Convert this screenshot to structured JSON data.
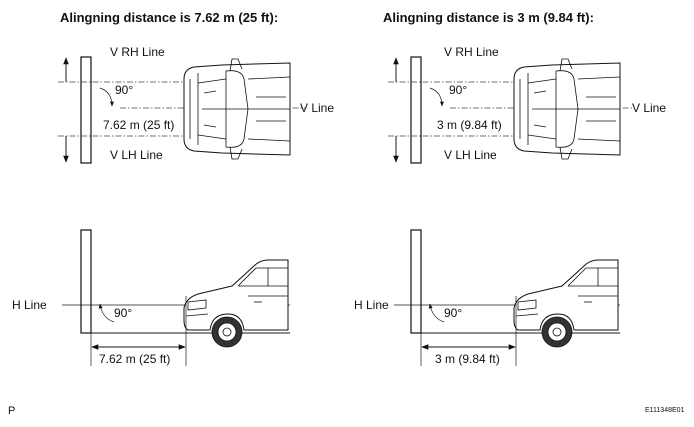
{
  "left_panel": {
    "title": "Alingning distance is 7.62 m (25 ft):",
    "v_rh_line": "V RH Line",
    "v_lh_line": "V LH Line",
    "v_line": "V Line",
    "angle_top": "90°",
    "distance_top": "7.62 m (25 ft)",
    "h_line": "H Line",
    "angle_side": "90°",
    "distance_side": "7.62 m (25 ft)"
  },
  "right_panel": {
    "title": "Alingning distance is 3 m (9.84 ft):",
    "v_rh_line": "V RH Line",
    "v_lh_line": "V LH Line",
    "v_line": "V Line",
    "angle_top": "90°",
    "distance_top": "3 m (9.84 ft)",
    "h_line": "H Line",
    "angle_side": "90°",
    "distance_side": "3 m (9.84 ft)"
  },
  "footer": {
    "page_letter": "P",
    "figure_code": "E111348E01"
  }
}
